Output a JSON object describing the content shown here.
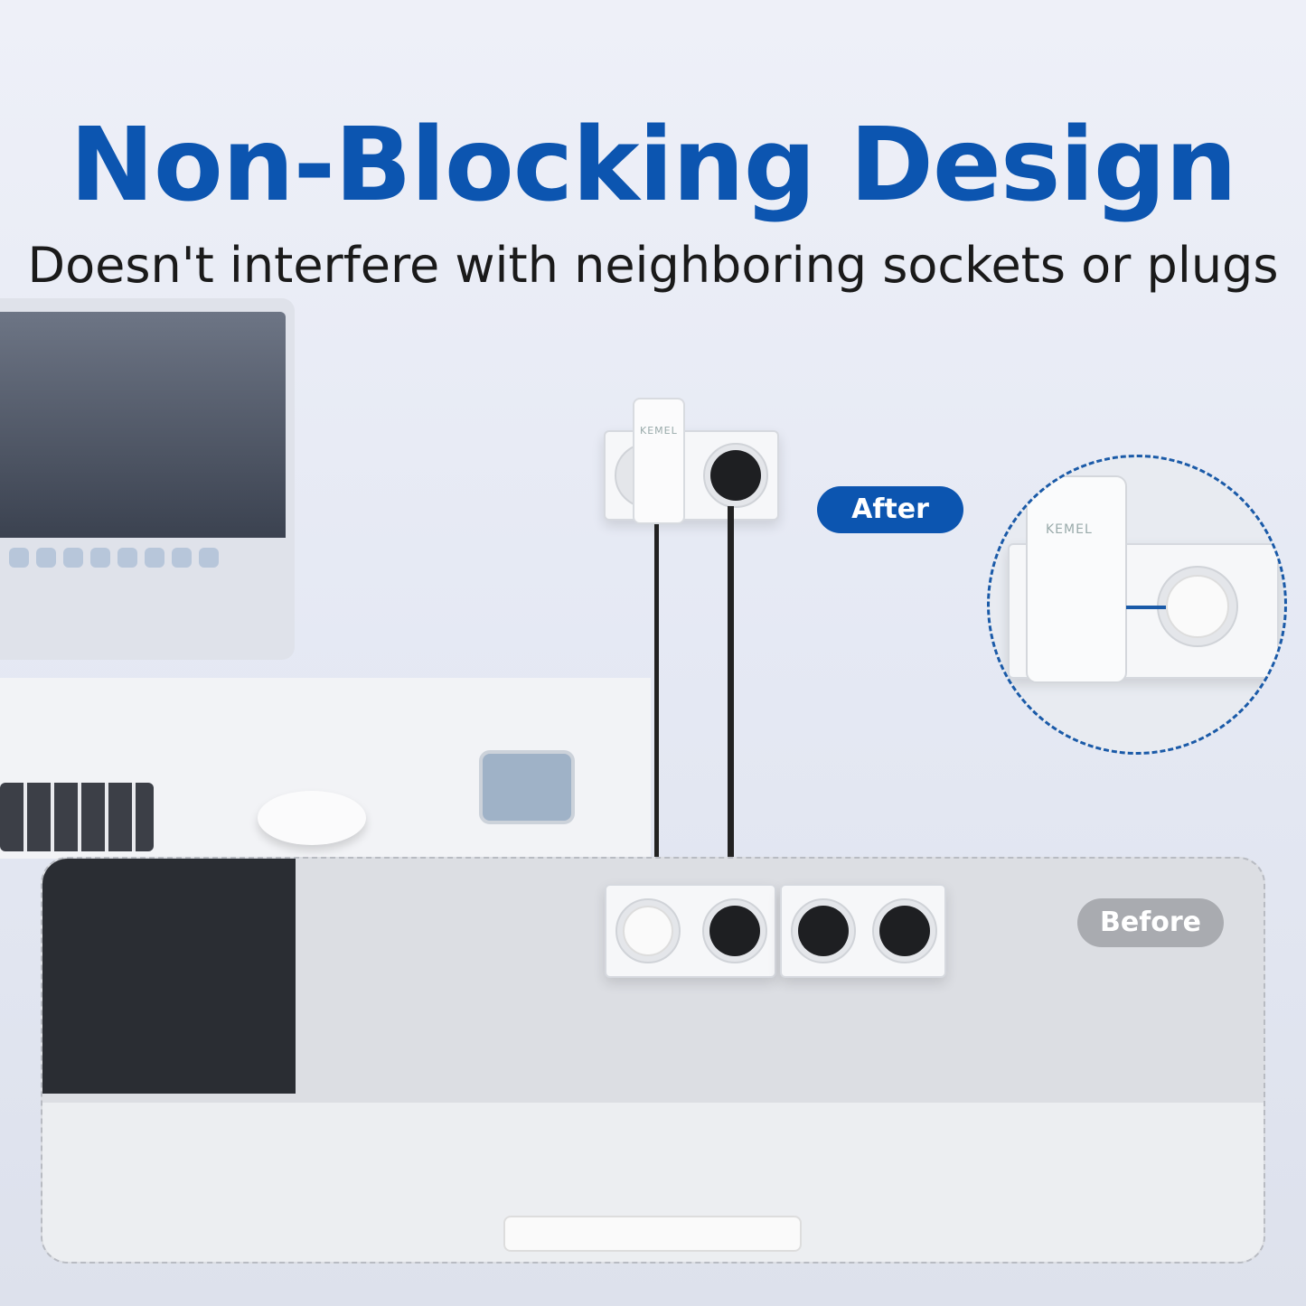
{
  "header": {
    "title": "Non-Blocking Design",
    "subtitle": "Doesn't interfere with neighboring sockets or plugs"
  },
  "labels": {
    "after": "After",
    "before": "Before"
  },
  "brand_logo": "KEMEL",
  "colors": {
    "accent": "#0c55b0",
    "before_badge": "#a9abb0",
    "dashed_outline": "#1a5aa8"
  }
}
